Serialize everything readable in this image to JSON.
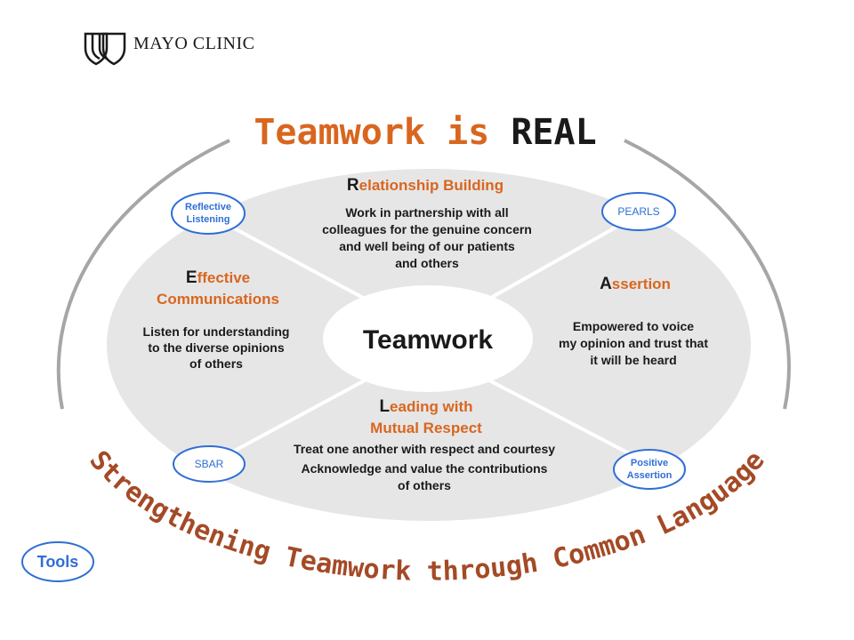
{
  "logo": {
    "text": "MAYO CLINIC"
  },
  "title": {
    "part1": "Teamwork is ",
    "part2": "REAL"
  },
  "subtitle_arc": "Strengthening Teamwork through Common Language",
  "center": "Teamwork",
  "sections": {
    "relationship": {
      "cap": "R",
      "rest": "elationship Building",
      "body": [
        "Work in partnership with all",
        "colleagues for the genuine concern",
        "and well being of our patients",
        "and others"
      ]
    },
    "effective": {
      "cap": "E",
      "rest1": "ffective",
      "rest2": "Communications",
      "body": [
        "Listen for understanding",
        "to the diverse opinions",
        "of others"
      ]
    },
    "assertion": {
      "cap": "A",
      "rest": "ssertion",
      "body": [
        "Empowered to voice",
        "my opinion and trust that",
        "it will be heard"
      ]
    },
    "leading": {
      "cap": "L",
      "rest1": "eading with",
      "rest2": "Mutual Respect",
      "body": [
        "Treat one another with respect and courtesy",
        "Acknowledge and value the contributions",
        "of others"
      ]
    }
  },
  "tools": {
    "reflective": [
      "Reflective",
      "Listening"
    ],
    "pearls": "PEARLS",
    "sbar": "SBAR",
    "positive": [
      "Positive",
      "Assertion"
    ],
    "tools_button": "Tools"
  },
  "colors": {
    "orange": "#d9661f",
    "rust": "#a44a26",
    "blue": "#2f6fd4",
    "ellipse": "#e6e6e6",
    "arc": "#a6a6a6"
  }
}
